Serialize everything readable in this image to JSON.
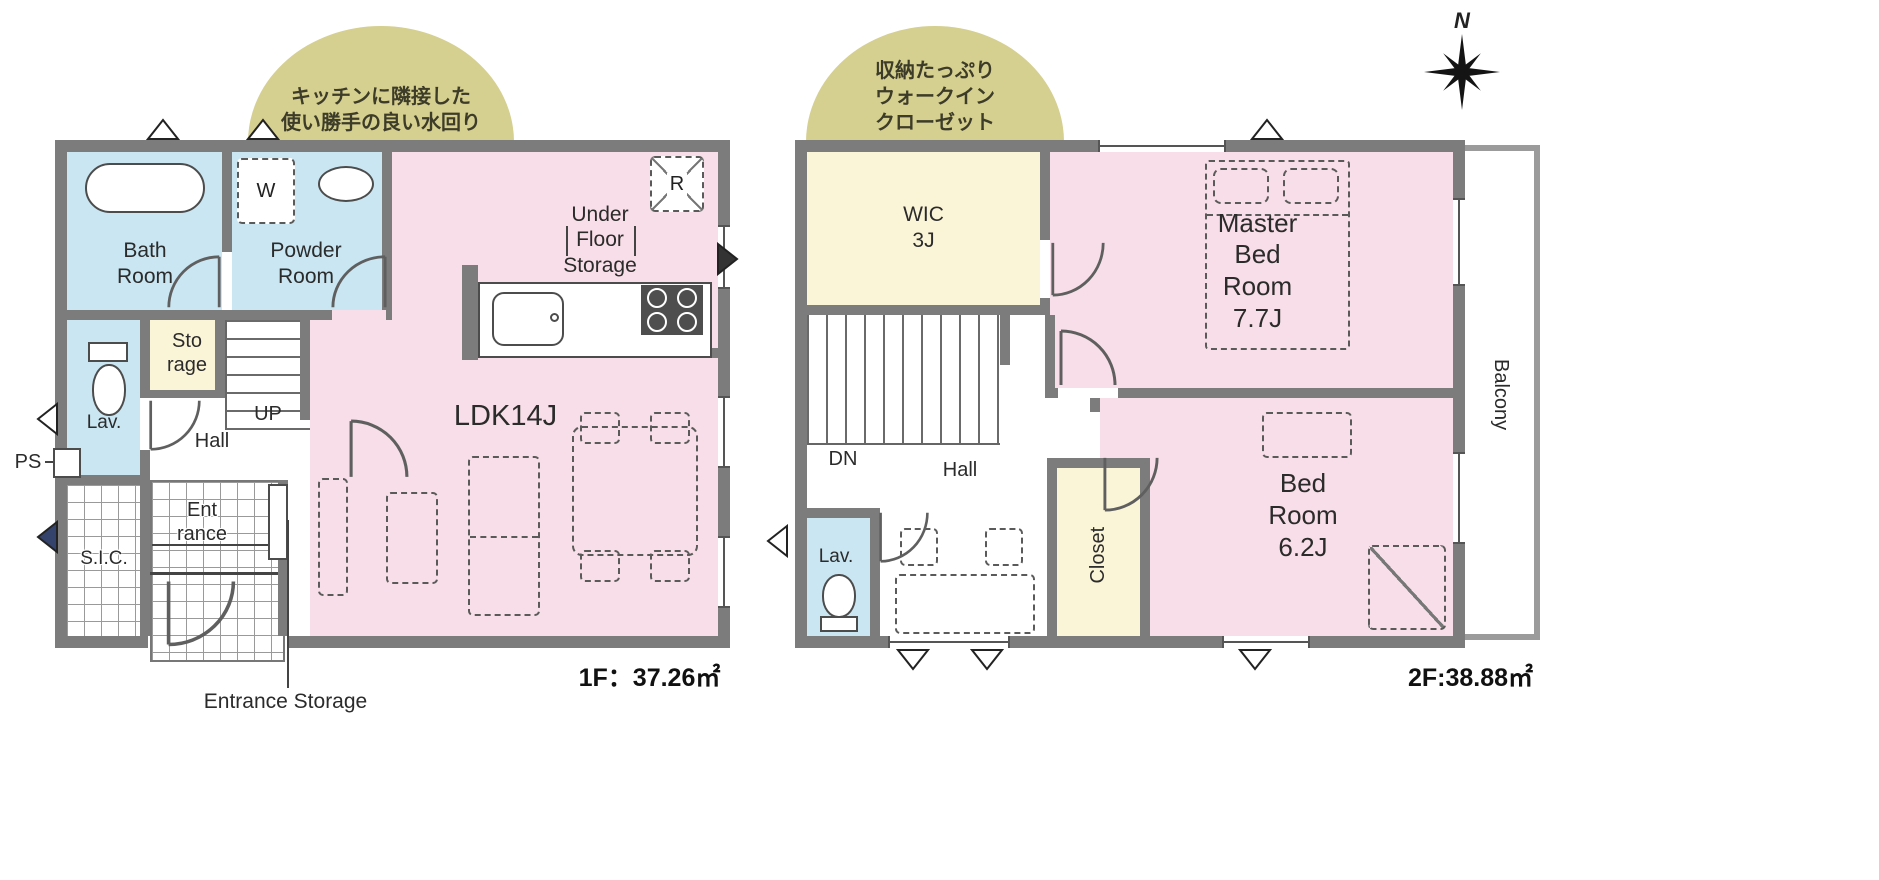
{
  "compass": {
    "north_label": "N"
  },
  "callouts": {
    "floor1": "キッチンに隣接した\n使い勝手の良い水回り",
    "floor2": "収納たっぷり\nウォークイン\nクローゼット"
  },
  "floor1": {
    "area_label": "1F：37.26㎡",
    "rooms": {
      "bath": "Bath\nRoom",
      "powder": "Powder\nRoom",
      "washer": "W",
      "storage": "Sto\nrage",
      "lavatory": "Lav.",
      "pipe_space": "PS",
      "hall": "Hall",
      "stairs_up": "UP",
      "entrance": "Ent\nrance",
      "shoe_closet": "S.I.C.",
      "ldk": "LDK14J",
      "under_floor_storage": "Under\nFloor\nStorage",
      "refrigerator": "R"
    },
    "annotation_entrance_storage": "Entrance Storage"
  },
  "floor2": {
    "area_label": "2F:38.88㎡",
    "rooms": {
      "wic": "WIC\n3J",
      "master_bedroom": "Master\nBed\nRoom\n7.7J",
      "bedroom": "Bed\nRoom\n6.2J",
      "closet": "Closet",
      "hall": "Hall",
      "stairs_down": "DN",
      "lavatory": "Lav.",
      "balcony": "Balcony"
    }
  },
  "colors": {
    "wall": "#7c7c7c",
    "room_pink": "#f8dee8",
    "room_blue": "#c9e6f2",
    "room_cream": "#fbf5d8",
    "callout_bg": "#d5cf90"
  }
}
